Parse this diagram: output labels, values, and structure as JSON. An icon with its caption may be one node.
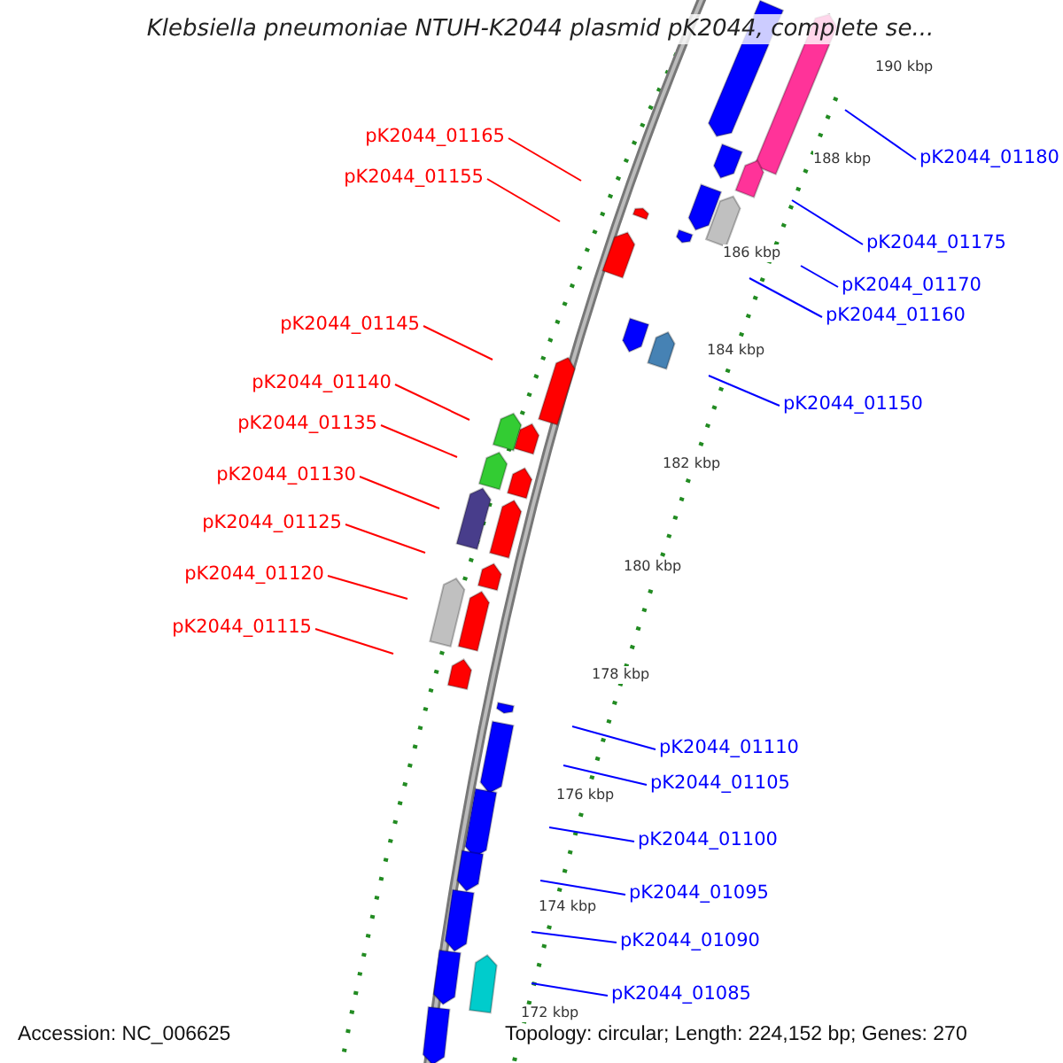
{
  "diagram": {
    "title": "Klebsiella pneumoniae NTUH-K2044 plasmid pK2044, complete se...",
    "nodes": [
      {
        "text": [
          "pK2044_01165"
        ]
      },
      {
        "text": [
          "pK2044_01155"
        ]
      },
      {
        "text": [
          "pK2044_01145"
        ]
      },
      {
        "text": [
          "pK2044_01140"
        ]
      },
      {
        "text": [
          "pK2044_01135"
        ]
      },
      {
        "text": [
          "pK2044_01130"
        ]
      },
      {
        "text": [
          "pK2044_01125"
        ]
      },
      {
        "text": [
          "pK2044_01120"
        ]
      },
      {
        "text": [
          "pK2044_01115"
        ]
      },
      {
        "text": [
          "pK2044_01180"
        ]
      },
      {
        "text": [
          "pK2044_01175"
        ]
      },
      {
        "text": [
          "pK2044_01170"
        ]
      },
      {
        "text": [
          "pK2044_01160"
        ]
      },
      {
        "text": [
          "pK2044_01150"
        ]
      },
      {
        "text": [
          "pK2044_01110"
        ]
      },
      {
        "text": [
          "pK2044_01105"
        ]
      },
      {
        "text": [
          "pK2044_01100"
        ]
      },
      {
        "text": [
          "pK2044_01095"
        ]
      },
      {
        "text": [
          "pK2044_01090"
        ]
      },
      {
        "text": [
          "pK2044_01085"
        ]
      }
    ],
    "edges": [
      {
        "from": 0,
        "to": null,
        "arrow": "none",
        "color": "#ff0000"
      },
      {
        "from": 1,
        "to": null,
        "arrow": "none",
        "color": "#ff0000"
      },
      {
        "from": 2,
        "to": null,
        "arrow": "none",
        "color": "#ff0000"
      },
      {
        "from": 3,
        "to": null,
        "arrow": "none",
        "color": "#ff0000"
      },
      {
        "from": 4,
        "to": null,
        "arrow": "none",
        "color": "#ff0000"
      },
      {
        "from": 5,
        "to": null,
        "arrow": "none",
        "color": "#ff0000"
      },
      {
        "from": 6,
        "to": null,
        "arrow": "none",
        "color": "#ff0000"
      },
      {
        "from": 7,
        "to": null,
        "arrow": "none",
        "color": "#ff0000"
      },
      {
        "from": 8,
        "to": null,
        "arrow": "none",
        "color": "#ff0000"
      },
      {
        "from": 9,
        "to": null,
        "arrow": "none"
      },
      {
        "from": 10,
        "to": null,
        "arrow": "none"
      },
      {
        "from": 11,
        "to": null,
        "arrow": "none"
      },
      {
        "from": 12,
        "to": null,
        "arrow": "none"
      },
      {
        "from": 13,
        "to": null,
        "arrow": "none"
      },
      {
        "from": 14,
        "to": null,
        "arrow": "none"
      },
      {
        "from": 15,
        "to": null,
        "arrow": "none"
      },
      {
        "from": 16,
        "to": null,
        "arrow": "none"
      },
      {
        "from": 17,
        "to": null,
        "arrow": "none"
      },
      {
        "from": 18,
        "to": null,
        "arrow": "none"
      },
      {
        "from": 19,
        "to": null,
        "arrow": "none"
      }
    ],
    "labels": [
      "190 kbp",
      "188 kbp",
      "186 kbp",
      "184 kbp",
      "182 kbp",
      "180 kbp",
      "178 kbp",
      "176 kbp",
      "174 kbp",
      "172 kbp",
      "Accession: NC_006625",
      "Topology: circular; Length: 224,152 bp; Genes: 270"
    ]
  }
}
